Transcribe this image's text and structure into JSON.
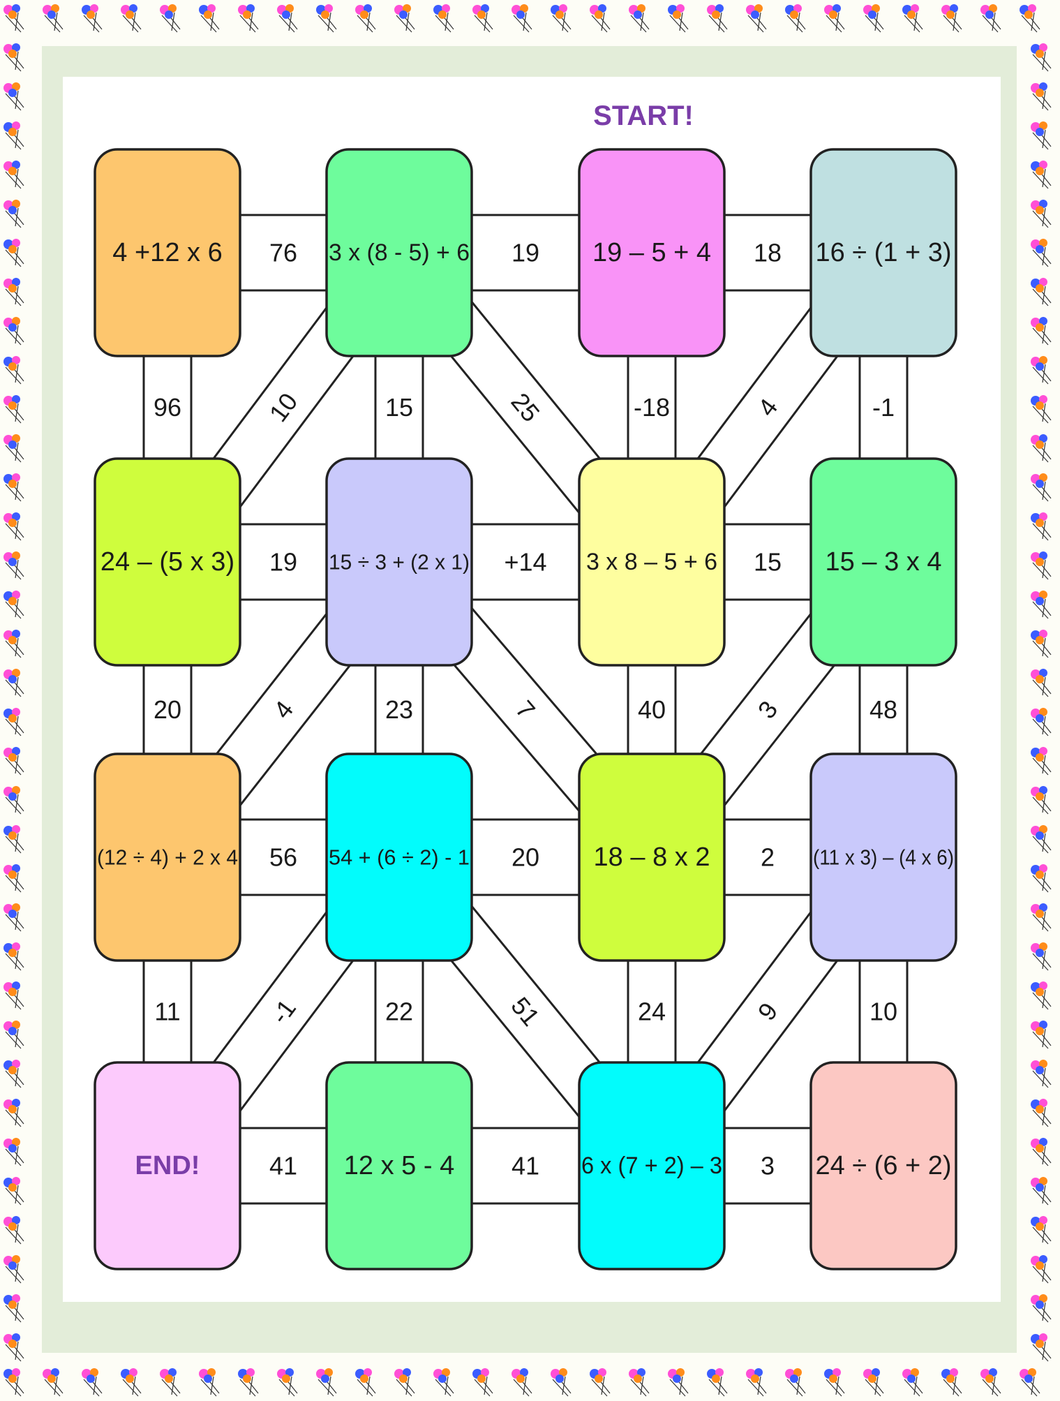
{
  "game": {
    "start_label": "START!",
    "colors": {
      "orange": "#fdc66e",
      "green": "#6efc9c",
      "pink": "#f993f7",
      "teal": "#bfe0e1",
      "lime": "#cffd3d",
      "lavender": "#c9c9fb",
      "yellow": "#fefe9f",
      "cyan": "#02fcfc",
      "light_pink": "#fccafc",
      "salmon": "#fcc8c3",
      "frame_green": "#e3edd9",
      "start_end_text": "#7a3da8"
    },
    "cells": [
      {
        "id": "r0c0",
        "text": "4 +12 x 6",
        "color": "orange"
      },
      {
        "id": "r0c1",
        "text": "3 x (8 - 5) + 6",
        "color": "green"
      },
      {
        "id": "r0c2",
        "text": "19 – 5 + 4",
        "color": "pink"
      },
      {
        "id": "r0c3",
        "text": "16 ÷ (1 + 3)",
        "color": "teal"
      },
      {
        "id": "r1c0",
        "text": "24 – (5 x 3)",
        "color": "lime"
      },
      {
        "id": "r1c1",
        "text": "15 ÷ 3 + (2 x 1)",
        "color": "lavender"
      },
      {
        "id": "r1c2",
        "text": "3 x 8 – 5 + 6",
        "color": "yellow"
      },
      {
        "id": "r1c3",
        "text": "15 – 3 x 4",
        "color": "green"
      },
      {
        "id": "r2c0",
        "text": "(12 ÷  4) + 2 x 4",
        "color": "orange"
      },
      {
        "id": "r2c1",
        "text": "54 + (6 ÷ 2) - 1",
        "color": "cyan"
      },
      {
        "id": "r2c2",
        "text": "18 – 8 x 2",
        "color": "lime"
      },
      {
        "id": "r2c3",
        "text": "(11 x 3) – (4 x 6)",
        "color": "lavender"
      },
      {
        "id": "r3c0",
        "text": "END!",
        "color": "light_pink"
      },
      {
        "id": "r3c1",
        "text": "12 x 5 - 4",
        "color": "green"
      },
      {
        "id": "r3c2",
        "text": "6 x (7 + 2) – 3",
        "color": "cyan"
      },
      {
        "id": "r3c3",
        "text": "24 ÷ (6 + 2)",
        "color": "salmon"
      }
    ],
    "connectors": [
      {
        "from": "r0c0",
        "to": "r0c1",
        "label": "76"
      },
      {
        "from": "r0c1",
        "to": "r0c2",
        "label": "19"
      },
      {
        "from": "r0c2",
        "to": "r0c3",
        "label": "18"
      },
      {
        "from": "r1c0",
        "to": "r1c1",
        "label": "19"
      },
      {
        "from": "r1c1",
        "to": "r1c2",
        "label": "+14"
      },
      {
        "from": "r1c2",
        "to": "r1c3",
        "label": "15"
      },
      {
        "from": "r2c0",
        "to": "r2c1",
        "label": "56"
      },
      {
        "from": "r2c1",
        "to": "r2c2",
        "label": "20"
      },
      {
        "from": "r2c2",
        "to": "r2c3",
        "label": "2"
      },
      {
        "from": "r3c0",
        "to": "r3c1",
        "label": "41"
      },
      {
        "from": "r3c1",
        "to": "r3c2",
        "label": "41"
      },
      {
        "from": "r3c2",
        "to": "r3c3",
        "label": "3"
      },
      {
        "from": "r0c0",
        "to": "r1c0",
        "label": "96"
      },
      {
        "from": "r0c1",
        "to": "r1c1",
        "label": "15"
      },
      {
        "from": "r0c2",
        "to": "r1c2",
        "label": "-18"
      },
      {
        "from": "r0c3",
        "to": "r1c3",
        "label": "-1"
      },
      {
        "from": "r1c0",
        "to": "r2c0",
        "label": "20"
      },
      {
        "from": "r1c1",
        "to": "r2c1",
        "label": "23"
      },
      {
        "from": "r1c2",
        "to": "r2c2",
        "label": "40"
      },
      {
        "from": "r1c3",
        "to": "r2c3",
        "label": "48"
      },
      {
        "from": "r2c0",
        "to": "r3c0",
        "label": "11"
      },
      {
        "from": "r2c1",
        "to": "r3c1",
        "label": "22"
      },
      {
        "from": "r2c2",
        "to": "r3c2",
        "label": "24"
      },
      {
        "from": "r2c3",
        "to": "r3c3",
        "label": "10"
      },
      {
        "from": "r0c1",
        "to": "r1c0",
        "label": "10"
      },
      {
        "from": "r0c1",
        "to": "r1c2",
        "label": "25"
      },
      {
        "from": "r0c3",
        "to": "r1c2",
        "label": "4"
      },
      {
        "from": "r1c1",
        "to": "r2c0",
        "label": "4"
      },
      {
        "from": "r1c1",
        "to": "r2c2",
        "label": "7"
      },
      {
        "from": "r1c3",
        "to": "r2c2",
        "label": "3"
      },
      {
        "from": "r2c1",
        "to": "r3c0",
        "label": "-1"
      },
      {
        "from": "r2c1",
        "to": "r3c2",
        "label": "51"
      },
      {
        "from": "r2c3",
        "to": "r3c2",
        "label": "9"
      }
    ]
  }
}
